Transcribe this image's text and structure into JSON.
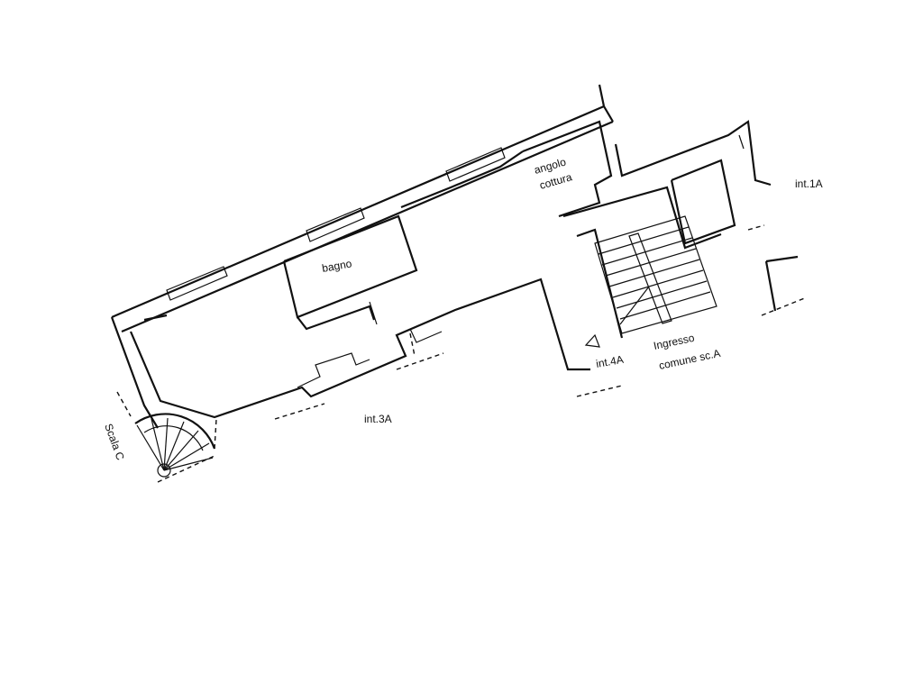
{
  "labels": {
    "bagno": "bagno",
    "angolo": "angolo",
    "cottura": "cottura",
    "int1a": "int.1A",
    "int3a": "int.3A",
    "int4a": "int.4A",
    "ingresso": "Ingresso",
    "comune": "comune sc.A",
    "scala_c": "Scala C"
  }
}
